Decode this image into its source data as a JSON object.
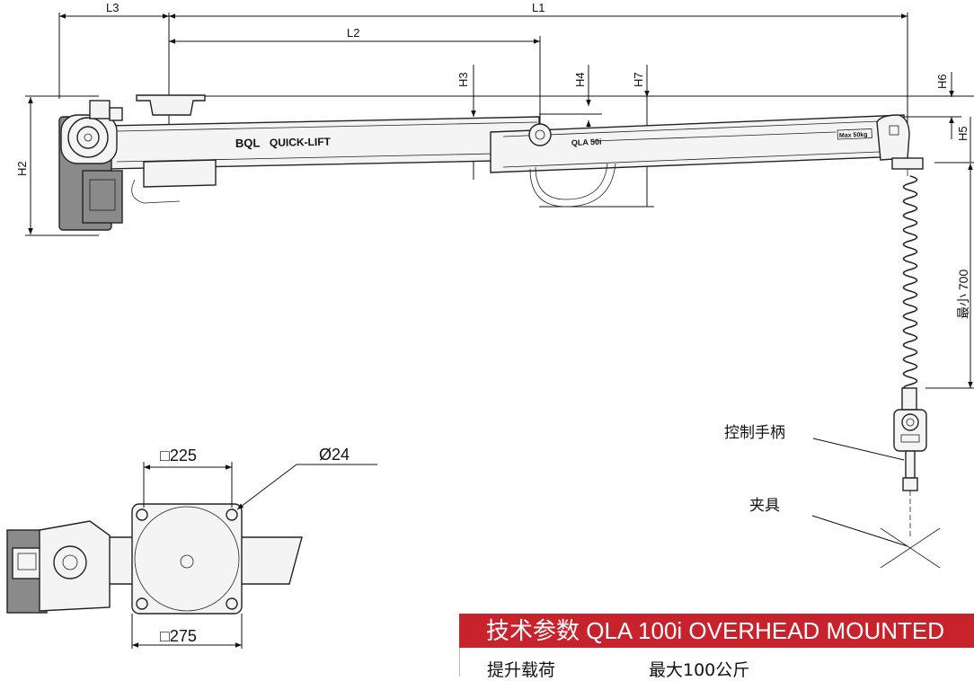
{
  "dimensions": {
    "L1": "L1",
    "L2": "L2",
    "L3": "L3",
    "H2": "H2",
    "H3": "H3",
    "H4": "H4",
    "H5": "H5",
    "H6": "H6",
    "H7": "H7",
    "min_700": "最小 700"
  },
  "arm_labels": {
    "brand": "BQL",
    "product": "QUICK-LIFT",
    "model": "QLA 50i",
    "max_load": "Max 50kg"
  },
  "callouts": {
    "handle": "控制手柄",
    "gripper": "夹具"
  },
  "base_plate": {
    "top_square": "□225",
    "bottom_square": "□275",
    "hole_diameter": "Ø24"
  },
  "spec": {
    "banner": "技术参数 QLA 100i OVERHEAD MOUNTED",
    "rows": [
      {
        "label": "提升载荷",
        "value": "最大100公斤"
      }
    ]
  },
  "colors": {
    "banner_red": "#c8232c"
  }
}
